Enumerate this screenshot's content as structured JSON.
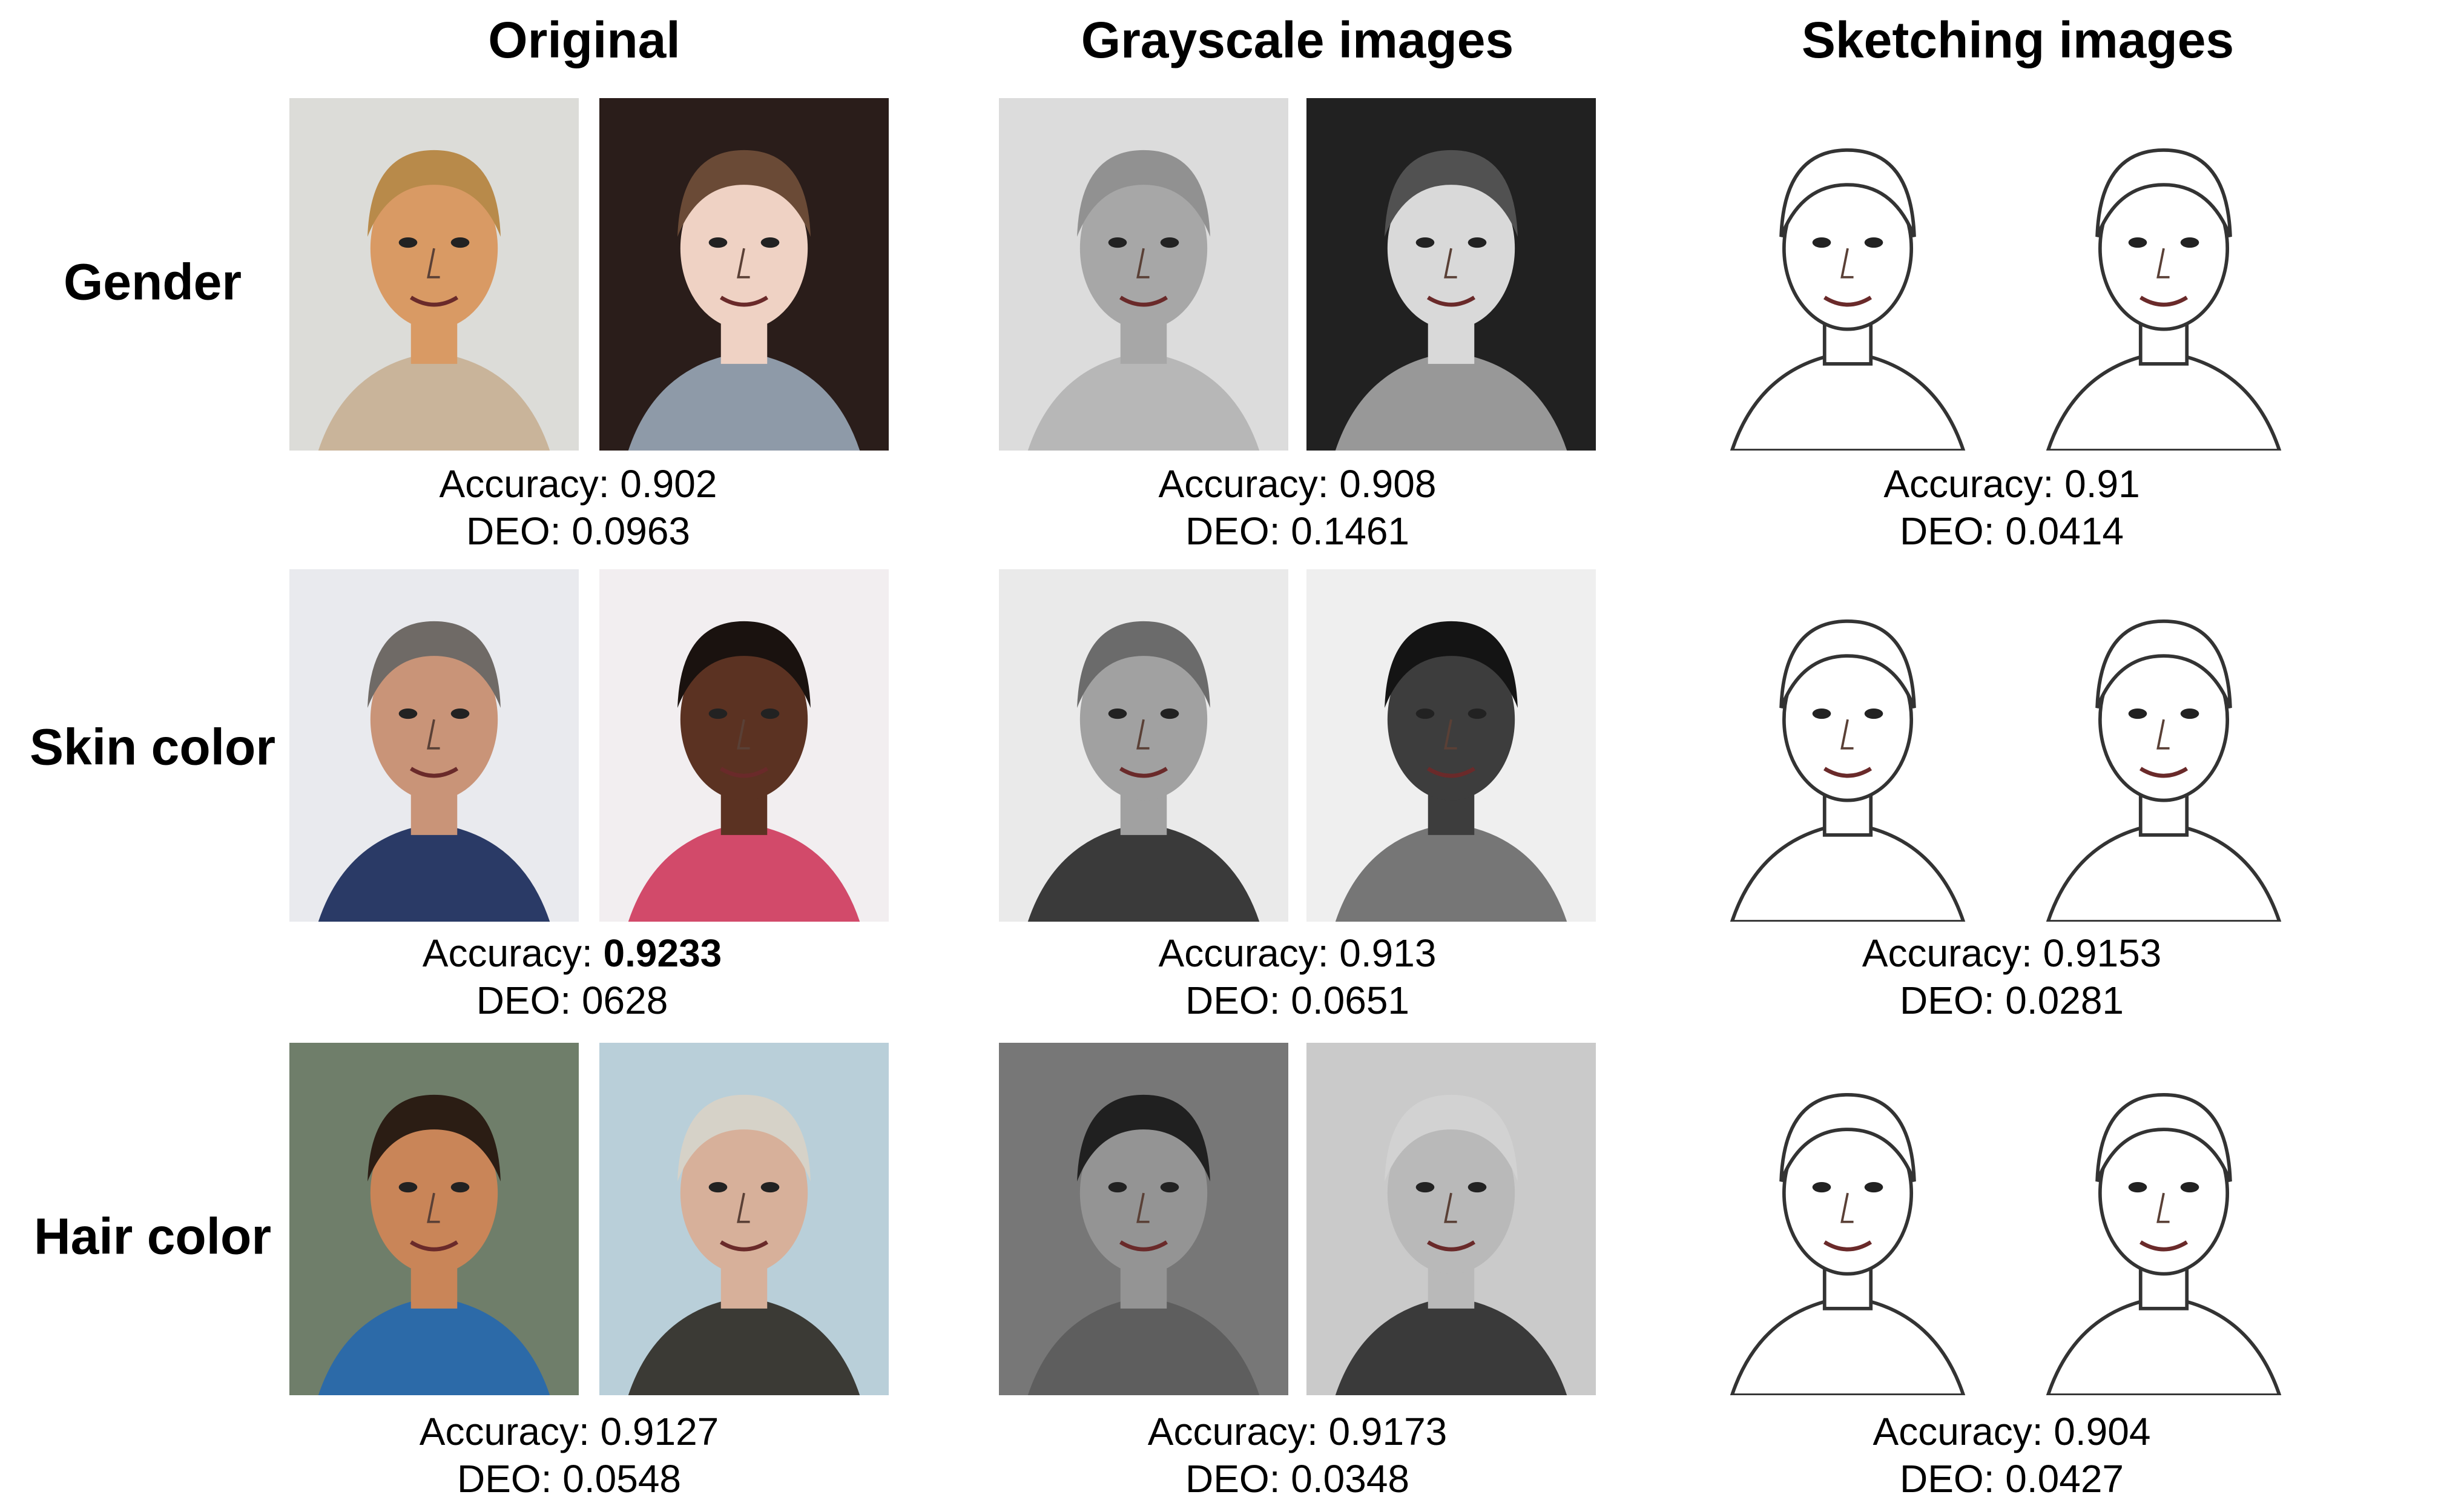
{
  "columns": [
    "Original",
    "Grayscale images",
    "Sketching images"
  ],
  "rows": [
    {
      "label": "Gender",
      "metrics": [
        {
          "accuracy_label": "Accuracy: ",
          "accuracy": "0.902",
          "deo": "DEO: 0.0963",
          "bold": false
        },
        {
          "accuracy_label": "Accuracy: ",
          "accuracy": "0.908",
          "deo": "DEO: 0.1461",
          "bold": false
        },
        {
          "accuracy_label": "Accuracy: ",
          "accuracy": "0.91",
          "deo": "DEO: 0.0414",
          "bold": false
        }
      ]
    },
    {
      "label": "Skin color",
      "metrics": [
        {
          "accuracy_label": "Accuracy: ",
          "accuracy": "0.9233",
          "deo": "DEO: 0628",
          "bold": true
        },
        {
          "accuracy_label": "Accuracy: ",
          "accuracy": "0.913",
          "deo": "DEO: 0.0651",
          "bold": false
        },
        {
          "accuracy_label": "Accuracy: ",
          "accuracy": "0.9153",
          "deo": "DEO: 0.0281",
          "bold": false
        }
      ]
    },
    {
      "label": "Hair color",
      "metrics": [
        {
          "accuracy_label": "Accuracy: ",
          "accuracy": "0.9127",
          "deo": "DEO: 0.0548",
          "bold": false
        },
        {
          "accuracy_label": "Accuracy: ",
          "accuracy": "0.9173",
          "deo": "DEO: 0.0348",
          "bold": false
        },
        {
          "accuracy_label": "Accuracy: ",
          "accuracy": "0.904",
          "deo": "DEO: 0.0427",
          "bold": false
        }
      ]
    }
  ]
}
